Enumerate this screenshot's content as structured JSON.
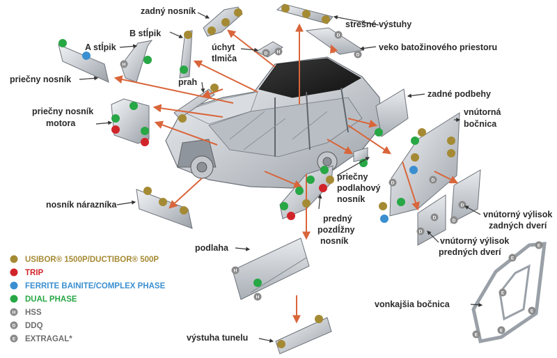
{
  "colors": {
    "usibor": "#a58a34",
    "trip": "#d1242a",
    "ferrite": "#3b8fd0",
    "dual": "#28a745",
    "grey_marker": "#8a8a8a",
    "arrow": "#d9653a",
    "label": "#2a2a2a"
  },
  "labels": {
    "zadny_nosnik": "zadný nosník",
    "stresne_vystuhy": "strešné výstuhy",
    "b_stlpik": "B stĺpik",
    "a_stlpik": "A stĺpik",
    "uchyt_1": "úchyt",
    "uchyt_2": "tlmiča",
    "veko": "veko batožinového priestoru",
    "priecny_nosnik": "priečny nosník",
    "prah": "prah",
    "zadne_podbehy": "zadné podbehy",
    "pn_motora_1": "priečny nosník",
    "pn_motora_2": "motora",
    "vnutorna_1": "vnútorná",
    "vnutorna_2": "bočnica",
    "podlahovy_1": "priečny",
    "podlahovy_2": "podlahový",
    "podlahovy_3": "nosník",
    "naraznik": "nosník nárazníka",
    "predny_1": "predný",
    "predny_2": "pozdĺžny",
    "predny_3": "nosník",
    "vyslisok_zadnych_1": "vnútorný výlisok",
    "vyslisok_zadnych_2": "zadných dverí",
    "vyslisok_prednych_1": "vnútorný výlisok",
    "vyslisok_prednych_2": "predných dverí",
    "podlaha": "podlaha",
    "vonkajsia": "vonkajšia bočnica",
    "tunel": "výstuha tunelu"
  },
  "legend": [
    {
      "key": "usibor",
      "text": "USIBOR® 1500P/DUCTIBOR® 500P",
      "marker": "dot",
      "color": "#a58a34"
    },
    {
      "key": "trip",
      "text": "TRIP",
      "marker": "dot",
      "color": "#d1242a"
    },
    {
      "key": "ferrite",
      "text": "FERRITE BAINITE/COMPLEX PHASE",
      "marker": "dot",
      "color": "#3b8fd0"
    },
    {
      "key": "dual",
      "text": "DUAL PHASE",
      "marker": "dot",
      "color": "#28a745"
    },
    {
      "key": "hss",
      "text": "HSS",
      "marker": "letter",
      "letter": "H",
      "color": "#6e6e6e"
    },
    {
      "key": "ddq",
      "text": "DDQ",
      "marker": "letter",
      "letter": "D",
      "color": "#6e6e6e"
    },
    {
      "key": "extragal",
      "text": "EXTRAGAL*",
      "marker": "letter",
      "letter": "E",
      "color": "#6e6e6e"
    }
  ]
}
